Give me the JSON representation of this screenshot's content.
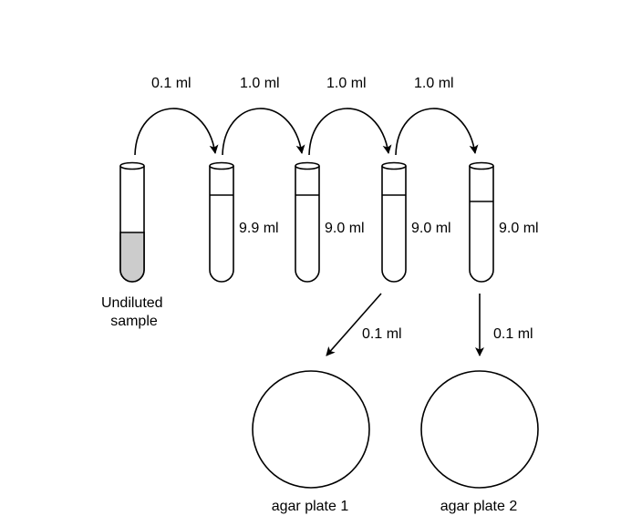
{
  "transfers": [
    {
      "label": "0.1 ml"
    },
    {
      "label": "1.0 ml"
    },
    {
      "label": "1.0 ml"
    },
    {
      "label": "1.0 ml"
    }
  ],
  "tubes": [
    {
      "name": "undiluted-sample-tube",
      "label_lines": [
        "Undiluted",
        "sample"
      ],
      "volume": "",
      "fill_color": "#cccccc"
    },
    {
      "name": "dilution-tube-1",
      "label_lines": [],
      "volume": "9.9 ml",
      "fill_color": "#ffffff"
    },
    {
      "name": "dilution-tube-2",
      "label_lines": [],
      "volume": "9.0 ml",
      "fill_color": "#ffffff"
    },
    {
      "name": "dilution-tube-3",
      "label_lines": [],
      "volume": "9.0 ml",
      "fill_color": "#ffffff"
    },
    {
      "name": "dilution-tube-4",
      "label_lines": [],
      "volume": "9.0 ml",
      "fill_color": "#ffffff"
    }
  ],
  "plating": [
    {
      "label": "0.1 ml"
    },
    {
      "label": "0.1 ml"
    }
  ],
  "plates": [
    {
      "label": "agar plate 1"
    },
    {
      "label": "agar plate 2"
    }
  ]
}
